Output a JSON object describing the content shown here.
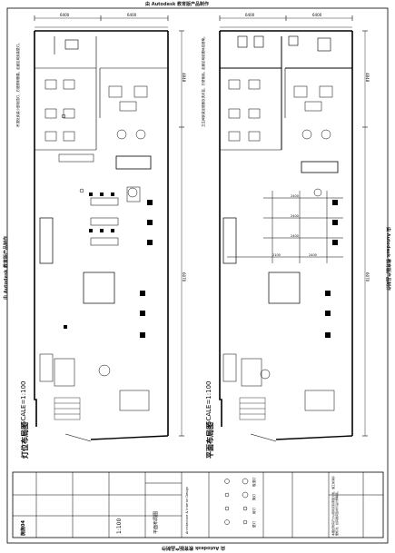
{
  "watermark": "由 Autodesk 教育版产品制作",
  "plans": [
    {
      "id": "lighting",
      "title": "灯位布局图",
      "scale": "SCALE=1:100",
      "top_dims": [
        "6400",
        "6400"
      ],
      "side_dims": [
        "4848",
        "6070"
      ],
      "notes": "吊顶处安装小型吸顶灯，方便照明需要。走廊区域安装壁灯。"
    },
    {
      "id": "floor",
      "title": "平面布局图",
      "scale": "SCALE=1:100",
      "top_dims": [
        "6400",
        "6400"
      ],
      "side_dims": [
        "4848",
        "6070"
      ],
      "notes": "卫生间安装坐便器及洗手盆，方便使用。走廊区域设置休息座椅。",
      "dims": [
        "2100",
        "2400",
        "2400",
        "2400",
        "2400"
      ]
    }
  ],
  "title_block": {
    "drawing_name": "平面布局图",
    "scale_value": "1:100",
    "sheet_no": "施施04",
    "company": "Architecture & Interior Design",
    "legend": [
      {
        "label": "吸顶灯"
      },
      {
        "label": "筒灯"
      },
      {
        "label": "射灯"
      },
      {
        "label": "壁灯"
      }
    ],
    "remarks": "本图纸所有尺寸以现场实际测量为准，施工前请仔细核对，如有疑问及时与设计师联系。"
  }
}
